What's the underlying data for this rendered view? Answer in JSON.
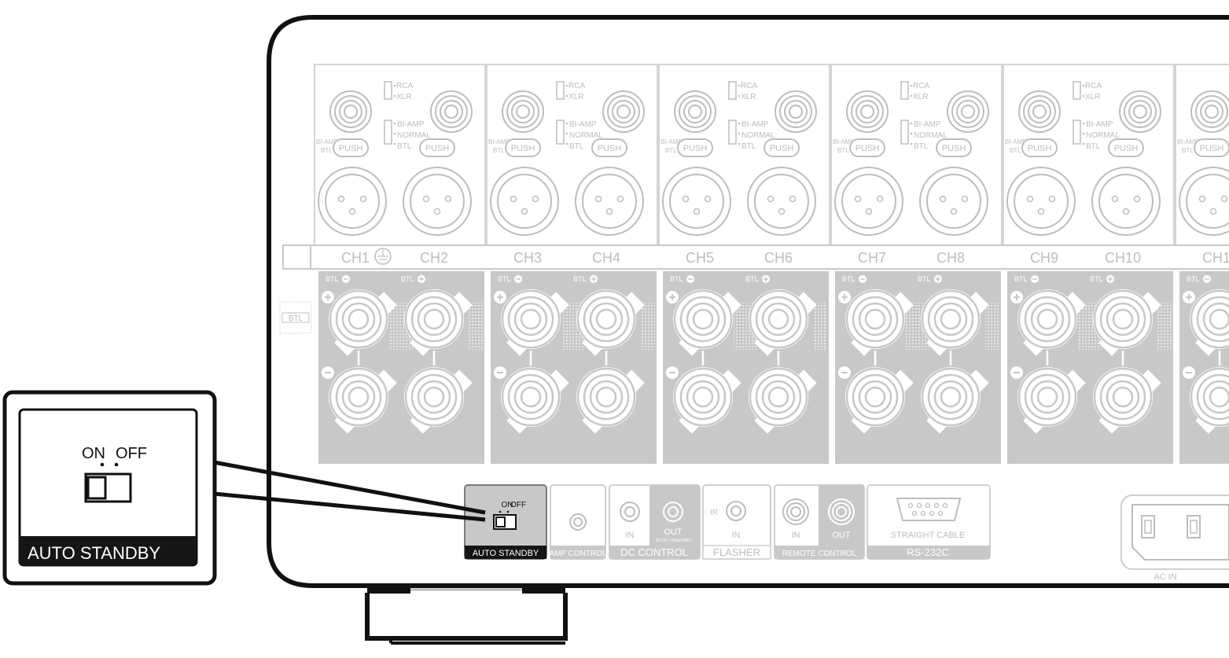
{
  "channel_pairs": [
    {
      "a": "CH1",
      "b": "CH2"
    },
    {
      "a": "CH3",
      "b": "CH4"
    },
    {
      "a": "CH5",
      "b": "CH6"
    },
    {
      "a": "CH7",
      "b": "CH8"
    },
    {
      "a": "CH9",
      "b": "CH10"
    },
    {
      "a": "CH1",
      "b": ""
    }
  ],
  "input_switch": {
    "rca": "RCA",
    "xlr": "XLR"
  },
  "mode_switch": {
    "bi_amp": "BI-AMP",
    "normal": "NORMAL",
    "btl": "BTL"
  },
  "xlr_side": {
    "bi_amp": "BI-AMP",
    "btl": "BTL"
  },
  "push_label": "PUSH",
  "btl_minus": "BTL",
  "btl_plus": "BTL",
  "btl_side_badge": "BTL",
  "callout": {
    "on": "ON",
    "off": "OFF",
    "title": "AUTO STANDBY"
  },
  "auto_standby": {
    "on": "ON",
    "off": "OFF",
    "title": "AUTO STANDBY"
  },
  "amp_control": "AMP CONTROL",
  "dc_control": {
    "in": "IN",
    "out": "OUT",
    "spec": "DC12V 150mA MAX.",
    "title": "DC CONTROL"
  },
  "flasher": {
    "ir": "IR",
    "in": "IN",
    "title": "FLASHER"
  },
  "remote_control": {
    "in": "IN",
    "out": "OUT",
    "title": "REMOTE CONTROL"
  },
  "rs232c": {
    "cable": "STRAIGHT CABLE",
    "title": "RS-232C"
  },
  "ac_in": "AC IN"
}
